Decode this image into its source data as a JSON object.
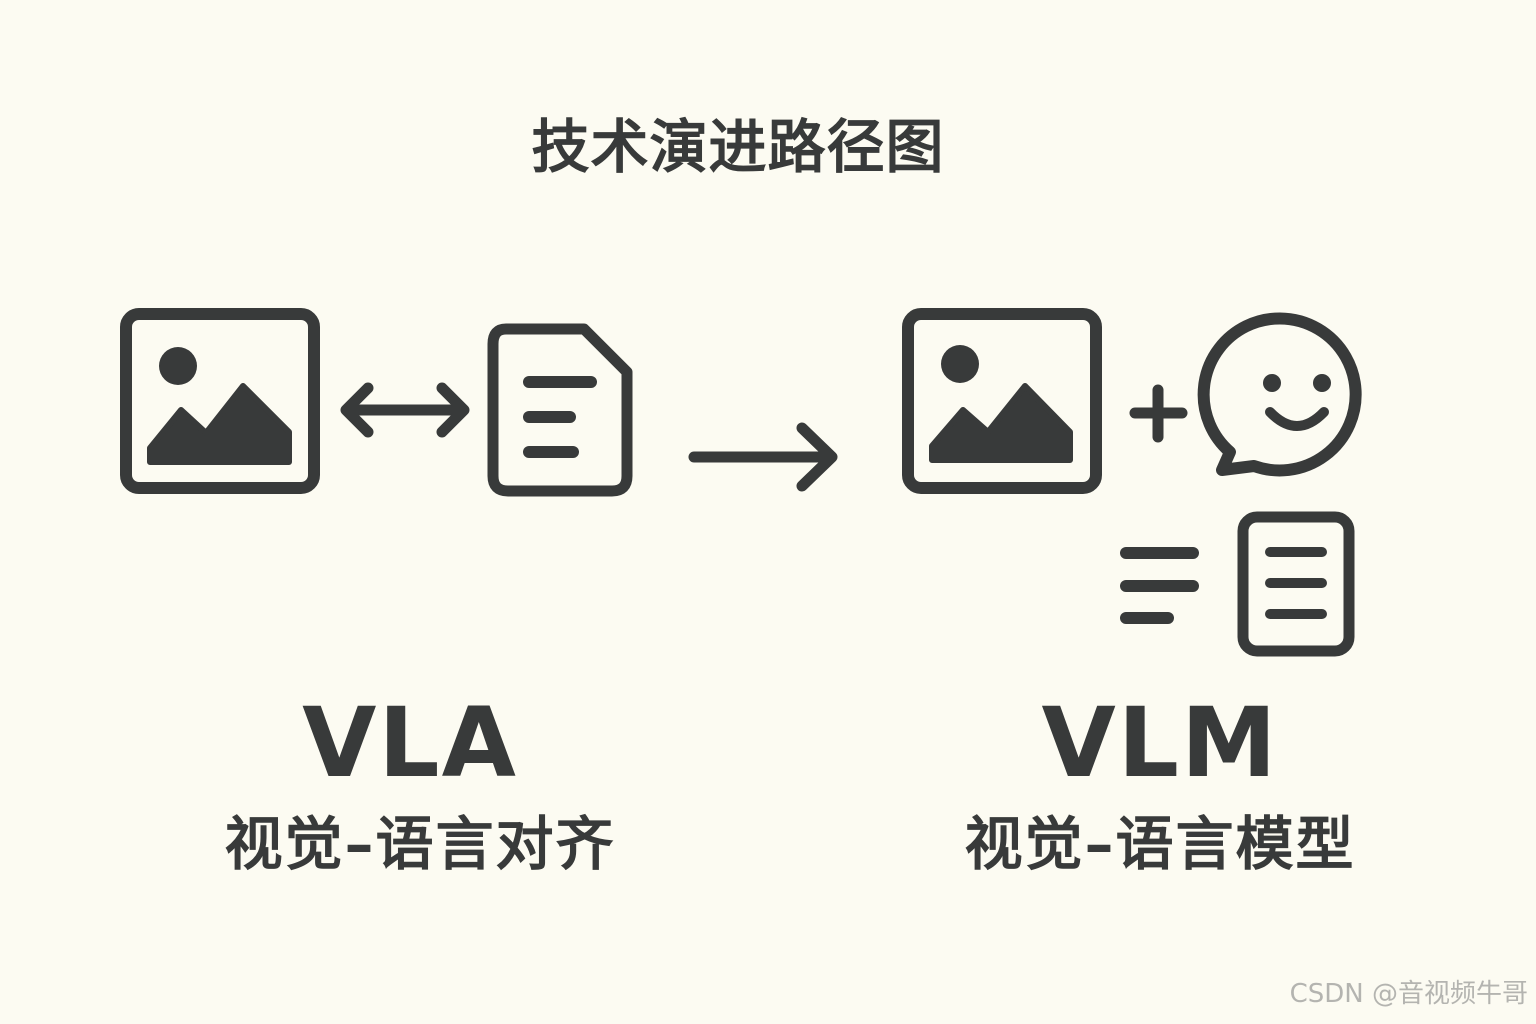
{
  "diagram": {
    "title": "技术演进路径图",
    "stages": [
      {
        "title": "VLA",
        "subtitle": "视觉–语言对齐",
        "icons": [
          "image-icon",
          "double-arrow-icon",
          "document-icon"
        ]
      },
      {
        "title": "VLM",
        "subtitle": "视觉–语言模型",
        "icons": [
          "image-icon",
          "plus-icon",
          "chat-bubble-icon",
          "equals-icon",
          "document-icon"
        ]
      }
    ],
    "connector_icon": "right-arrow-icon"
  },
  "watermark": "CSDN @音视频牛哥",
  "colors": {
    "background": "#fcfbf2",
    "ink": "#383a3a",
    "watermark": "#b4b4b0"
  }
}
